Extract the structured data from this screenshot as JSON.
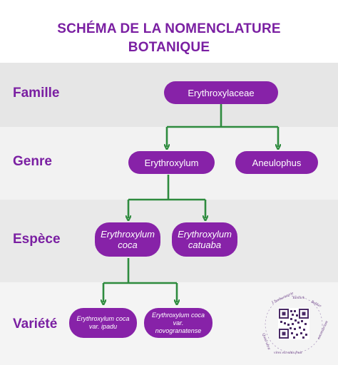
{
  "title_line1": "SCHÉMA DE LA NOMENCLATURE",
  "title_line2": "BOTANIQUE",
  "ranks": {
    "famille": "Famille",
    "genre": "Genre",
    "espece": "Espèce",
    "variete": "Variété"
  },
  "nodes": {
    "family": "Erythroxylaceae",
    "genus_1": "Erythroxylum",
    "genus_2": "Aneulophus",
    "species_1_l1": "Erythroxylum",
    "species_1_l2": "coca",
    "species_2_l1": "Erythroxylum",
    "species_2_l2": "catuaba",
    "variety_1_l1": "Erythroxylum coca",
    "variety_1_l2": "var. ipadu",
    "variety_2_l1": "Erythroxylum coca",
    "variety_2_l2": "var. novogranatense"
  },
  "seal": {
    "arc_text": "L'herboristerie Yannick Bakker — Quod ultra vires est altis fruit necessarium"
  },
  "colors": {
    "title": "#7a1fa2",
    "node": "#8722a8",
    "arrow": "#2e8b3e"
  }
}
